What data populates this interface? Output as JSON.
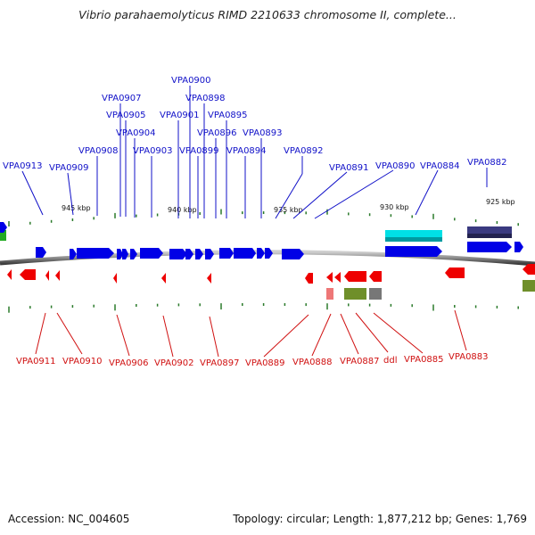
{
  "title": "Vibrio parahaemolyticus RIMD 2210633 chromosome II, complete...",
  "footer": {
    "accession": "Accession: NC_004605",
    "topology": "Topology: circular; Length: 1,877,212 bp; Genes: 1,769"
  },
  "colors": {
    "forward_gene": "#0000e6",
    "reverse_gene": "#ee0000",
    "backbone": "#888888",
    "tick": "#2a7a2a",
    "top_label": "#1010c8",
    "bottom_label": "#d01010",
    "cyan_feature": "#00e0e6",
    "slate_feature": "#333377",
    "olive_feature": "#6f8f2a",
    "grey_feature": "#777777",
    "pink_feature": "#ee7777",
    "green_feature": "#22aa22"
  },
  "scale_labels": [
    "945 kbp",
    "940 kbp",
    "935 kbp",
    "930 kbp",
    "925 kbp"
  ],
  "top_gene_labels": [
    "VPA0913",
    "VPA0909",
    "VPA0908",
    "VPA0907",
    "VPA0905",
    "VPA0904",
    "VPA0903",
    "VPA0901",
    "VPA0900",
    "VPA0899",
    "VPA0898",
    "VPA0896",
    "VPA0895",
    "VPA0894",
    "VPA0893",
    "VPA0892",
    "VPA0891",
    "VPA0890",
    "VPA0884",
    "VPA0882"
  ],
  "bottom_gene_labels": [
    "VPA0911",
    "VPA0910",
    "VPA0906",
    "VPA0902",
    "VPA0897",
    "VPA0889",
    "VPA0888",
    "VPA0887",
    "ddl",
    "VPA0885",
    "VPA0883"
  ]
}
